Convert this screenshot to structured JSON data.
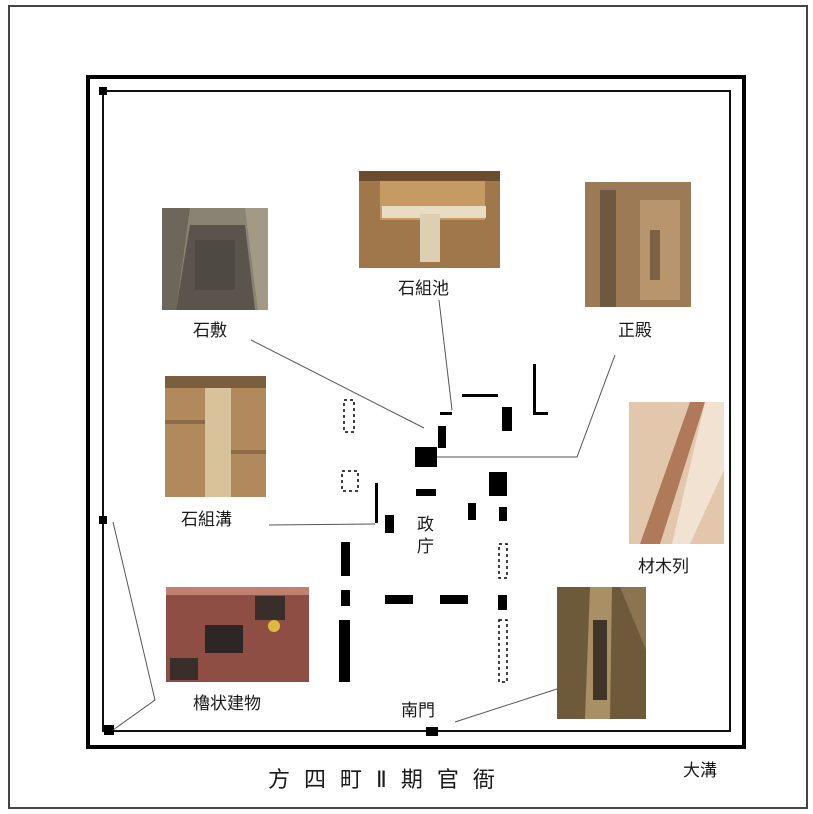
{
  "title": "方四町Ⅱ期官衙",
  "labels": {
    "ishi_shiki": "石敷",
    "ishi_gumi_ike": "石組池",
    "seiden": "正殿",
    "ishi_gumi_mizo": "石組溝",
    "zaimoku_retsu": "材木列",
    "seicho": "政庁",
    "yagura": "櫓状建物",
    "nanmon": "南門",
    "omizo": "大溝"
  },
  "photos": [
    {
      "name": "photo-ishi-shiki",
      "subject": "石敷",
      "colors": [
        "#8a8272",
        "#55504a",
        "#a79e8a"
      ]
    },
    {
      "name": "photo-ishi-gumi-ike",
      "subject": "石組池",
      "colors": [
        "#a0774a",
        "#c59a63",
        "#e8dcc3"
      ]
    },
    {
      "name": "photo-seiden",
      "subject": "正殿",
      "colors": [
        "#9c7a55",
        "#b8956d",
        "#6e5840"
      ]
    },
    {
      "name": "photo-ishi-gumi-mizo",
      "subject": "石組溝",
      "colors": [
        "#b08a5c",
        "#d8c29c",
        "#8c6c48"
      ]
    },
    {
      "name": "photo-zaimoku-retsu",
      "subject": "材木列",
      "colors": [
        "#e2c7ad",
        "#b07a5a",
        "#f2e2d2"
      ]
    },
    {
      "name": "photo-yagura",
      "subject": "櫓状建物",
      "colors": [
        "#8e4e44",
        "#2d2624",
        "#c28070"
      ]
    },
    {
      "name": "photo-nanmon",
      "subject": "南門",
      "colors": [
        "#6e5a3a",
        "#a89064",
        "#3e3428"
      ]
    }
  ]
}
